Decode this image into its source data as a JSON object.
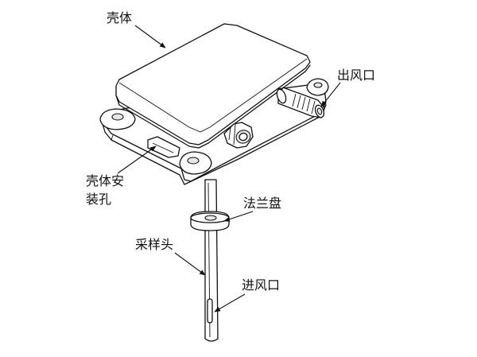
{
  "labels": {
    "shell": "壳体",
    "outlet": "出风口",
    "mount_hole_line1": "壳体安",
    "mount_hole_line2": "装孔",
    "flange": "法兰盘",
    "probe": "采样头",
    "inlet": "进风口"
  },
  "colors": {
    "stroke": "#111111",
    "background": "#ffffff",
    "shade": "#e6e6e6"
  }
}
